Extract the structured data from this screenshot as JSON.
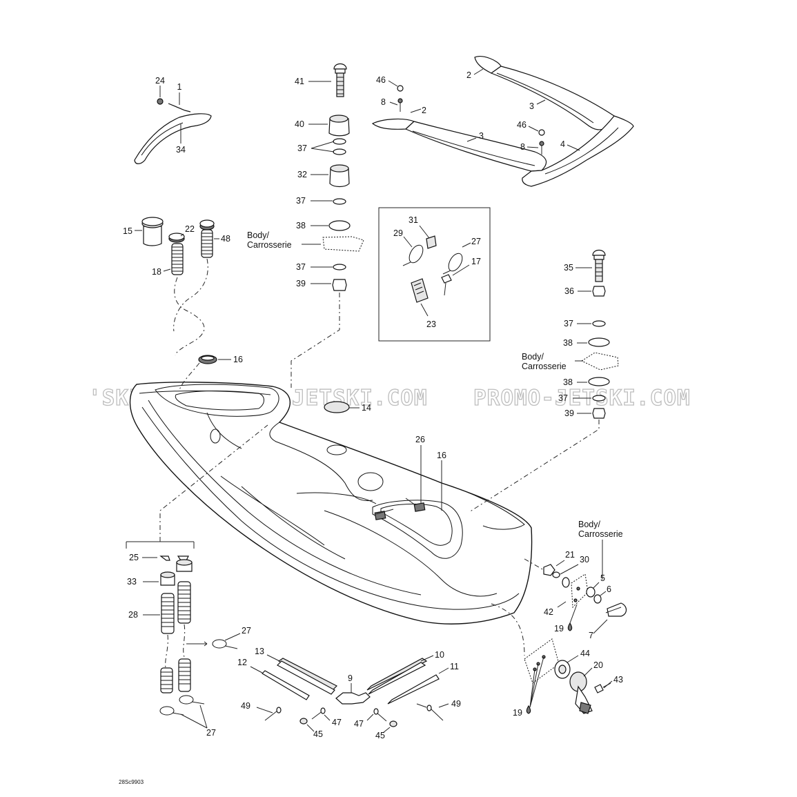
{
  "drawing_code": "28Sc9903",
  "watermark": [
    "'SKI.COM  PROMO-JETSKI.COM",
    "PROMO-JETSKI.COM"
  ],
  "body_label": [
    "Body/",
    "Carrosserie"
  ],
  "callouts": {
    "c1": "1",
    "c24": "24",
    "c34": "34",
    "c41": "41",
    "c40": "40",
    "c37a": "37",
    "c32": "32",
    "c37b": "37",
    "c38a": "38",
    "c37c": "37",
    "c39a": "39",
    "c46a": "46",
    "c8a": "8",
    "c2a": "2",
    "c2b": "2",
    "c3a": "3",
    "c3b": "3",
    "c46b": "46",
    "c8b": "8",
    "c4": "4",
    "c15": "15",
    "c22": "22",
    "c48": "48",
    "c18": "18",
    "c16a": "16",
    "c31": "31",
    "c29": "29",
    "c27a": "27",
    "c17": "17",
    "c23": "23",
    "c35": "35",
    "c36": "36",
    "c37d": "37",
    "c38b": "38",
    "c38c": "38",
    "c37e": "37",
    "c39b": "39",
    "c14": "14",
    "c26": "26",
    "c16b": "16",
    "c21": "21",
    "c30": "30",
    "c5": "5",
    "c6": "6",
    "c42": "42",
    "c19a": "19",
    "c7": "7",
    "c44": "44",
    "c20": "20",
    "c43": "43",
    "c19b": "19",
    "c25": "25",
    "c33": "33",
    "c28": "28",
    "c27b": "27",
    "c27c": "27",
    "c13": "13",
    "c12": "12",
    "c10": "10",
    "c11": "11",
    "c9": "9",
    "c49a": "49",
    "c49b": "49",
    "c47a": "47",
    "c47b": "47",
    "c45a": "45",
    "c45b": "45"
  }
}
